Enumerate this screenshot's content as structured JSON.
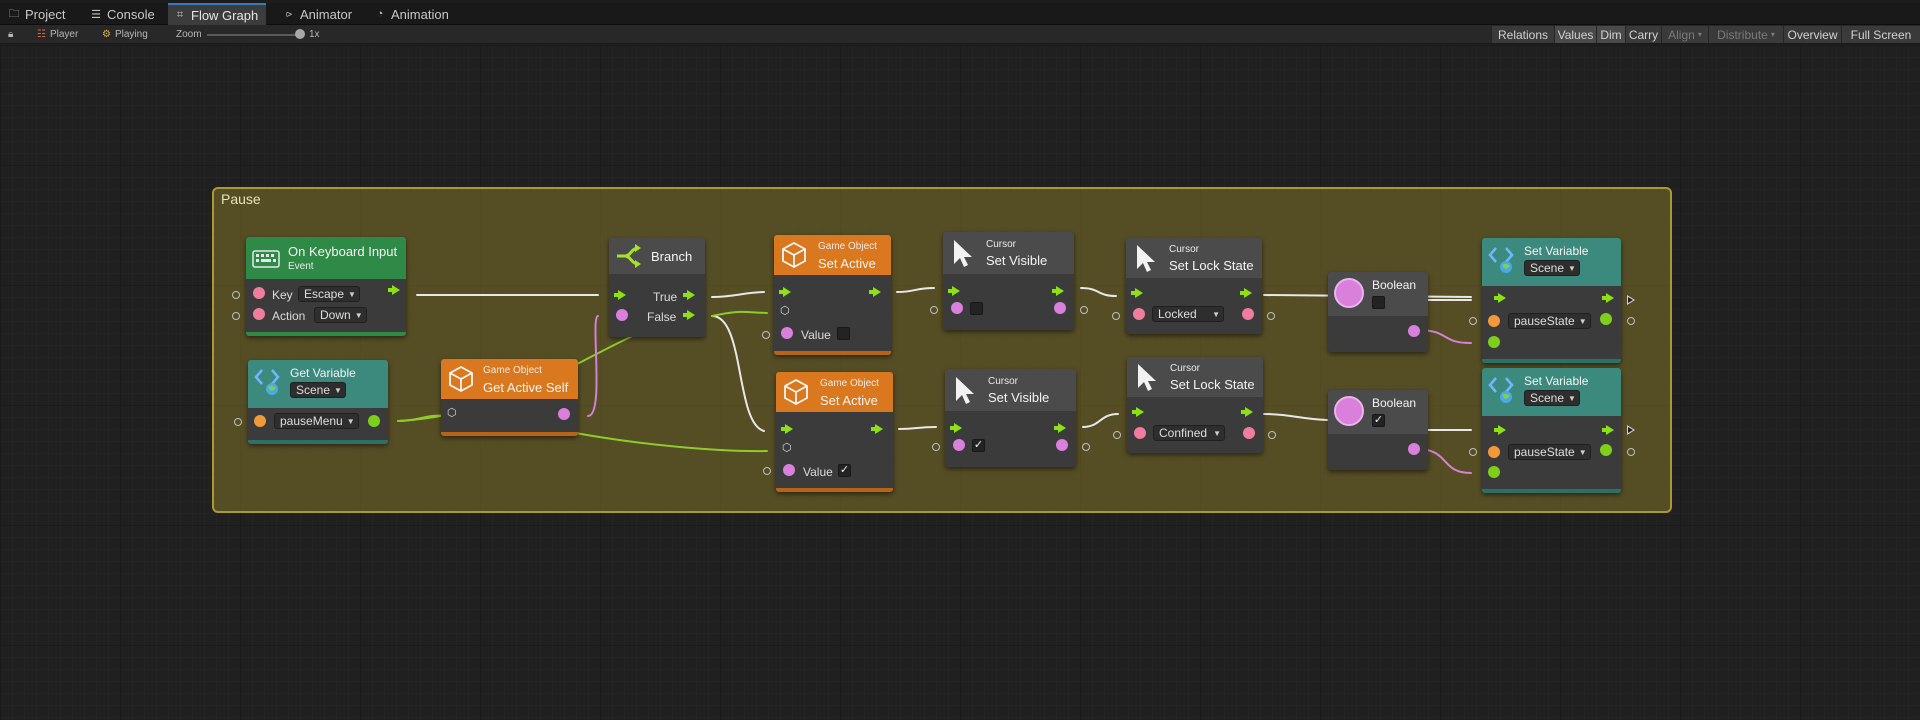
{
  "tabs": [
    {
      "label": "Project",
      "icon": "folder-icon"
    },
    {
      "label": "Console",
      "icon": "console-icon"
    },
    {
      "label": "Flow Graph",
      "icon": "flow-graph-icon"
    },
    {
      "label": "Animator",
      "icon": "animator-icon"
    },
    {
      "label": "Animation",
      "icon": "animation-icon"
    }
  ],
  "toolbar": {
    "target_label": "Player",
    "state_label": "Playing",
    "zoom_label": "Zoom",
    "zoom_value": "1x",
    "zoom_level": 1,
    "buttons": [
      "Relations",
      "Values",
      "Dim",
      "Carry",
      "Align",
      "Distribute",
      "Overview",
      "Full Screen"
    ]
  },
  "group": {
    "title": "Pause"
  },
  "nodes": {
    "keyboard": {
      "title": "On Keyboard Input",
      "subtitle": "Event",
      "key_label": "Key",
      "key_value": "Escape",
      "action_label": "Action",
      "action_value": "Down"
    },
    "getvar": {
      "title": "Get Variable",
      "scope": "Scene",
      "name": "pauseMenu"
    },
    "getactive": {
      "subtitle": "Game Object",
      "title": "Get Active Self"
    },
    "branch": {
      "title": "Branch",
      "true_label": "True",
      "false_label": "False"
    },
    "setactive1": {
      "subtitle": "Game Object",
      "title": "Set Active",
      "value_label": "Value",
      "value_checked": false
    },
    "setactive2": {
      "subtitle": "Game Object",
      "title": "Set Active",
      "value_label": "Value",
      "value_checked": true,
      "check_glyph": "✓"
    },
    "setvisible1": {
      "subtitle": "Cursor",
      "title": "Set Visible",
      "checked": false
    },
    "setvisible2": {
      "subtitle": "Cursor",
      "title": "Set Visible",
      "checked": true,
      "check_glyph": "✓"
    },
    "lock1": {
      "subtitle": "Cursor",
      "title": "Set Lock State",
      "value": "Locked"
    },
    "lock2": {
      "subtitle": "Cursor",
      "title": "Set Lock State",
      "value": "Confined"
    },
    "bool1": {
      "title": "Boolean",
      "checked": false
    },
    "bool2": {
      "title": "Boolean",
      "checked": true,
      "check_glyph": "✓"
    },
    "setvar1": {
      "title": "Set Variable",
      "scope": "Scene",
      "name": "pauseState"
    },
    "setvar2": {
      "title": "Set Variable",
      "scope": "Scene",
      "name": "pauseState"
    }
  },
  "colors": {
    "event_green": "#2f8a47",
    "unit_orange": "#d9781e",
    "variable_teal": "#3c8a7e",
    "control_green": "#8ee016",
    "group_gold": "#a99a36"
  }
}
